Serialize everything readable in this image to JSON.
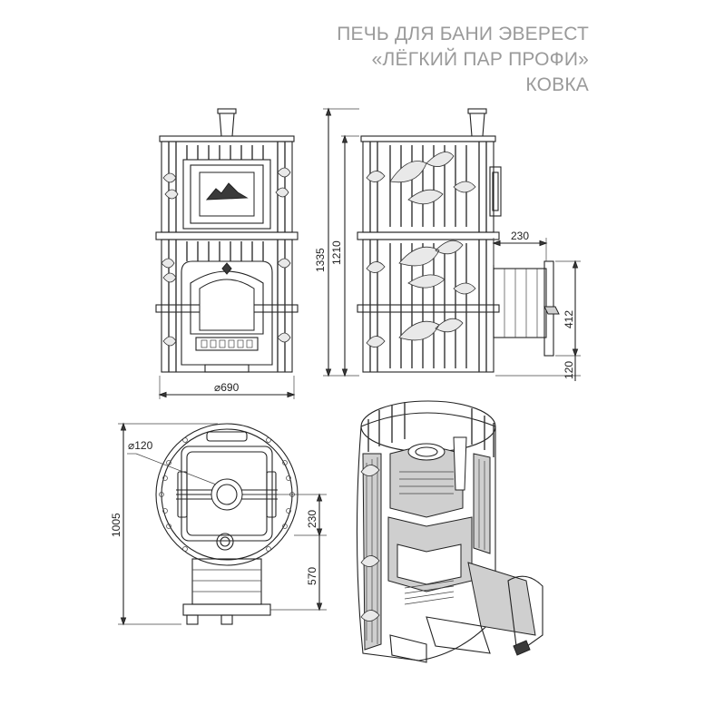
{
  "title": {
    "line1": "ПЕЧЬ ДЛЯ БАНИ ЭВЕРЕСТ",
    "line2": "«ЛЁГКИЙ ПАР ПРОФИ»",
    "line3": "КОВКА"
  },
  "dimensions": {
    "front_width": "⌀690",
    "total_height": "1335",
    "body_height": "1210",
    "tunnel_length": "230",
    "tunnel_height": "412",
    "tunnel_offset": "120",
    "chimney_diameter": "⌀120",
    "depth": "1005",
    "top_offset": "230",
    "top_to_door": "570"
  },
  "colors": {
    "line": "#222222",
    "title": "#9a9a9a",
    "fill_grey": "#cfcfcf"
  }
}
